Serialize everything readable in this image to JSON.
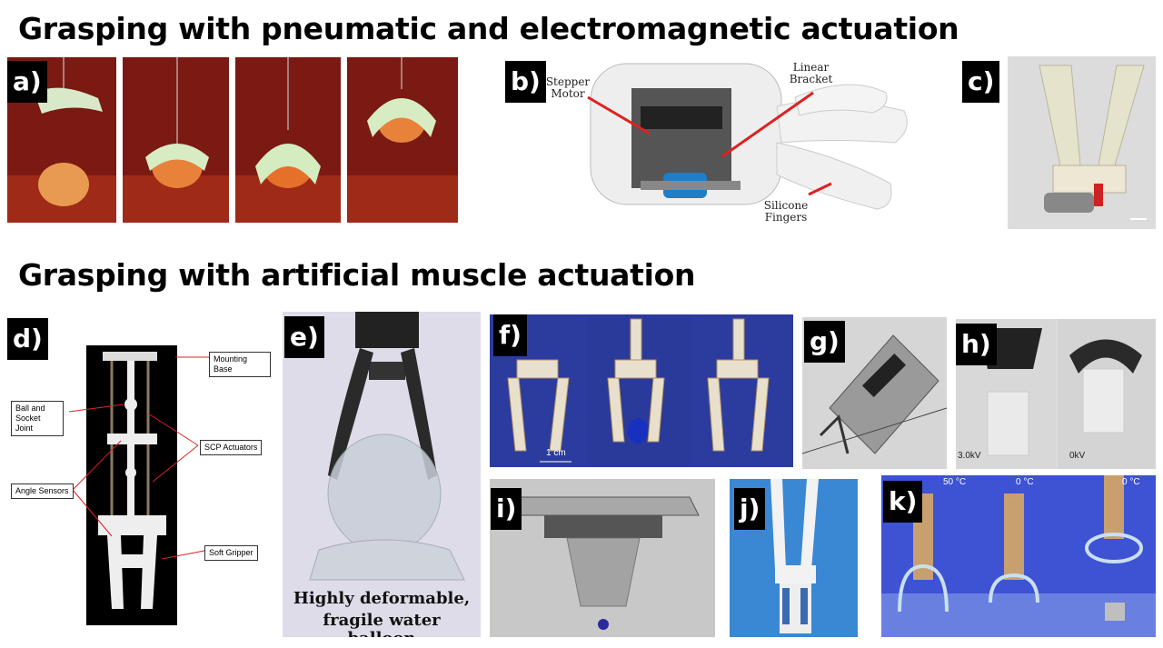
{
  "headings": {
    "pneumatic": "Grasping with pneumatic and electromagnetic actuation",
    "muscle": "Grasping with artificial muscle actuation"
  },
  "panels": {
    "a": {
      "tag": "a)"
    },
    "b": {
      "tag": "b)",
      "labels": {
        "stepper": "Stepper Motor",
        "linear": "Linear Bracket",
        "silicone": "Silicone Fingers"
      }
    },
    "c": {
      "tag": "c)"
    },
    "d": {
      "tag": "d)",
      "labels": {
        "mounting": "Mounting Base",
        "ball": "Ball and Socket Joint",
        "scp": "SCP Actuators",
        "angle": "Angle Sensors",
        "gripper": "Soft Gripper"
      }
    },
    "e": {
      "tag": "e)",
      "caption_line1": "Highly deformable,",
      "caption_line2": "fragile water balloon"
    },
    "f": {
      "tag": "f)",
      "scale": "1 cm"
    },
    "g": {
      "tag": "g)"
    },
    "h": {
      "tag": "h)",
      "left_voltage": "3.0kV",
      "right_voltage": "0kV"
    },
    "i": {
      "tag": "i)"
    },
    "j": {
      "tag": "j)"
    },
    "k": {
      "tag": "k)",
      "temps": [
        "50 °C",
        "0 °C",
        "0 °C"
      ]
    }
  },
  "colors": {
    "panel_a_bg": "#7a1a12",
    "panel_f_bg": "#2a3a9a",
    "panel_k_bg": "#3b4fd6"
  }
}
